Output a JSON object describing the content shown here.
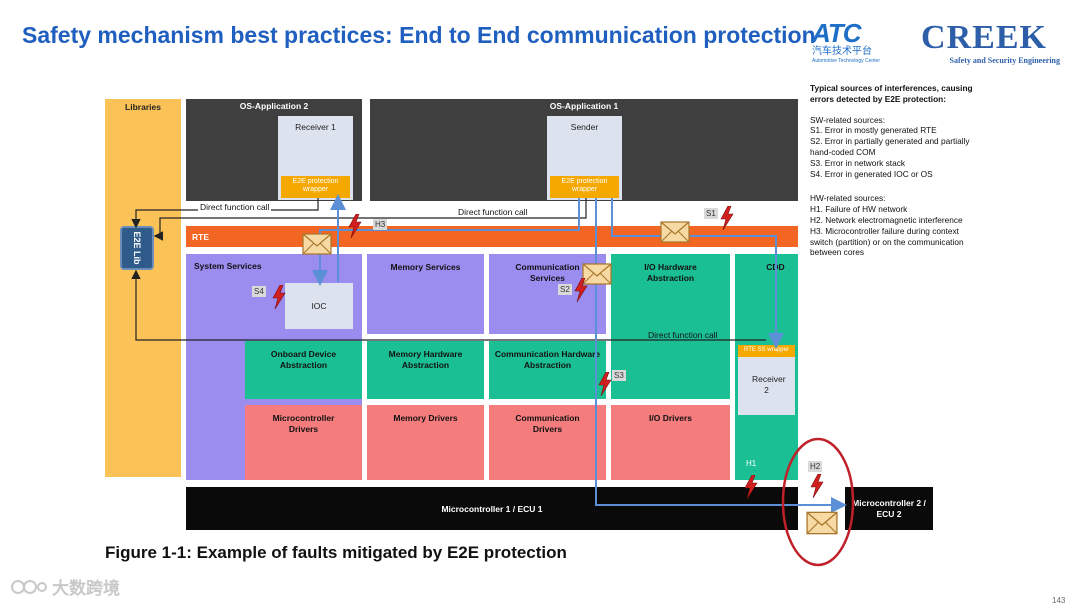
{
  "slide": {
    "title": "Safety mechanism best practices: End to End communication protection",
    "page_number": "143",
    "logo_atc": {
      "mark": "ATC",
      "cn": "汽车技术平台",
      "en": "Automotive Technology Center"
    },
    "logo_creek": {
      "mark": "CREEK",
      "sub": "Safety and Security Engineering"
    },
    "watermark": "大数跨境"
  },
  "diagram": {
    "libraries": "Libraries",
    "e2e_lib": "E2E Lib",
    "os_app_2": "OS-Application 2",
    "os_app_1": "OS-Application 1",
    "receiver1": "Receiver 1",
    "sender": "Sender",
    "wrapper_r1": "E2E protection wrapper",
    "wrapper_sender": "E2E protection wrapper",
    "direct_call_1": "Direct function call",
    "direct_call_2": "Direct function call",
    "direct_call_3": "Direct function call",
    "rte": "RTE",
    "system_services": "System Services",
    "ioc": "IOC",
    "memory_services": "Memory Services",
    "comm_services": "Communication Services",
    "io_hw_abstraction": "I/O Hardware Abstraction",
    "cdd": "CDD",
    "rte_ss_wrapper": "RTE SS wrapper",
    "receiver2": "Receiver 2",
    "onboard_device": "Onboard Device Abstraction",
    "memory_hw": "Memory Hardware Abstraction",
    "comm_hw": "Communication Hardware Abstraction",
    "mc_drivers": "Microcontroller Drivers",
    "memory_drivers": "Memory Drivers",
    "comm_drivers": "Communication Drivers",
    "io_drivers": "I/O Drivers",
    "mc1": "Microcontroller 1 / ECU 1",
    "mc2": "Microcontroller 2 / ECU 2",
    "tags": {
      "h3": "H3",
      "s1": "S1",
      "s4": "S4",
      "s2": "S2",
      "s3": "S3",
      "h1": "H1",
      "h2": "H2"
    },
    "caption": "Figure 1-1: Example of faults mitigated by E2E protection"
  },
  "notes": {
    "intro": "Typical sources of interferences, causing errors detected by E2E protection:",
    "sw_title": "SW-related sources:",
    "sw": [
      "S1. Error in mostly generated RTE",
      "S2. Error in partially generated and partially hand-coded COM",
      "S3. Error in network stack",
      "S4. Error in generated IOC or OS"
    ],
    "hw_title": "HW-related sources:",
    "hw": [
      "H1. Failure of HW network",
      "H2. Network electromagnetic interference",
      "H3. Microcontroller failure during context switch (partition) or on the communication between cores"
    ]
  },
  "colors": {
    "title_blue": "#1f5fbf",
    "libraries": "#fbc257",
    "os_app": "#3f3f3f",
    "rte": "#f26522",
    "services": "#9b8cf0",
    "abstraction": "#1bbf94",
    "drivers": "#f47c7c",
    "cdd": "#1bbf94",
    "microcontroller": "#0a0a0a",
    "wrapper": "#f5a800",
    "e2e_lib": "#2f5b8a",
    "signal_line": "#5b8fd6",
    "highlight_ring": "#c0202a"
  }
}
